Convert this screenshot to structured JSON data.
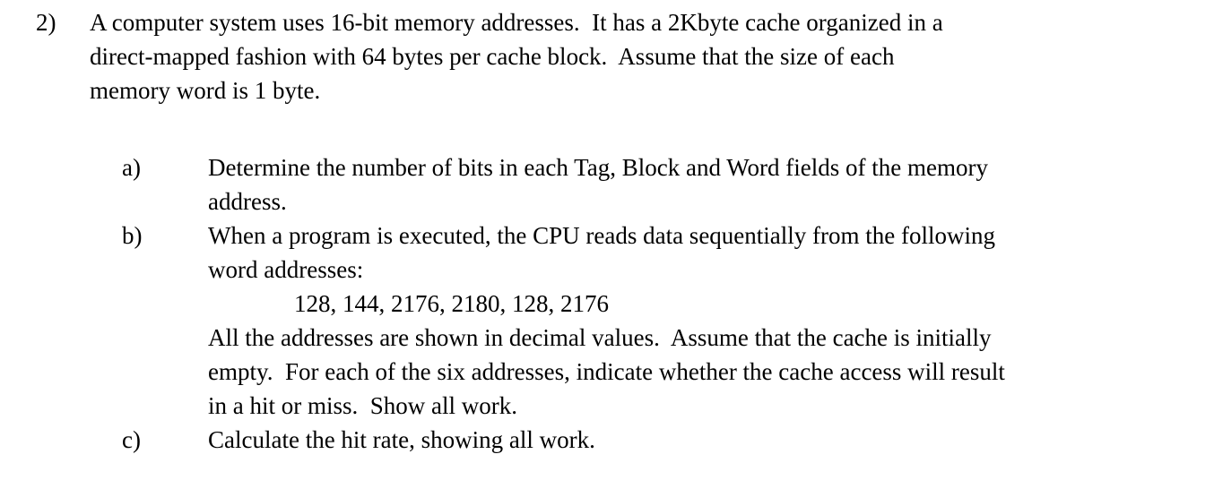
{
  "document": {
    "background_color": "#ffffff",
    "text_color": "#000000",
    "question_number": "2)",
    "intro_lines": [
      "A computer system uses 16-bit memory addresses.  It has a 2Kbyte cache organized in a",
      "direct-mapped fashion with 64 bytes per cache block.  Assume that the size of each",
      "memory word is 1 byte."
    ],
    "subitems": [
      {
        "marker": "a)",
        "lines": [
          {
            "text": "Determine the number of bits in each Tag, Block and Word fields of the memory",
            "indented": false
          },
          {
            "text": "address.",
            "indented": false
          }
        ]
      },
      {
        "marker": "b)",
        "lines": [
          {
            "text": "When a program is executed, the CPU reads data sequentially from the following",
            "indented": false
          },
          {
            "text": "word addresses:",
            "indented": false
          },
          {
            "text": "128, 144, 2176, 2180, 128, 2176",
            "indented": true
          },
          {
            "text": "All the addresses are shown in decimal values.  Assume that the cache is initially",
            "indented": false
          },
          {
            "text": "empty.  For each of the six addresses, indicate whether the cache access will result",
            "indented": false
          },
          {
            "text": "in a hit or miss.  Show all work.",
            "indented": false
          }
        ]
      },
      {
        "marker": "c)",
        "lines": [
          {
            "text": "Calculate the hit rate, showing all work.",
            "indented": false
          }
        ]
      }
    ],
    "address_sequence": [
      128,
      144,
      2176,
      2180,
      128,
      2176
    ],
    "parameters": {
      "address_bits": "16-bit",
      "cache_size": "2Kbyte",
      "mapping": "direct-mapped",
      "block_size": "64 bytes",
      "word_size": "1 byte"
    }
  }
}
